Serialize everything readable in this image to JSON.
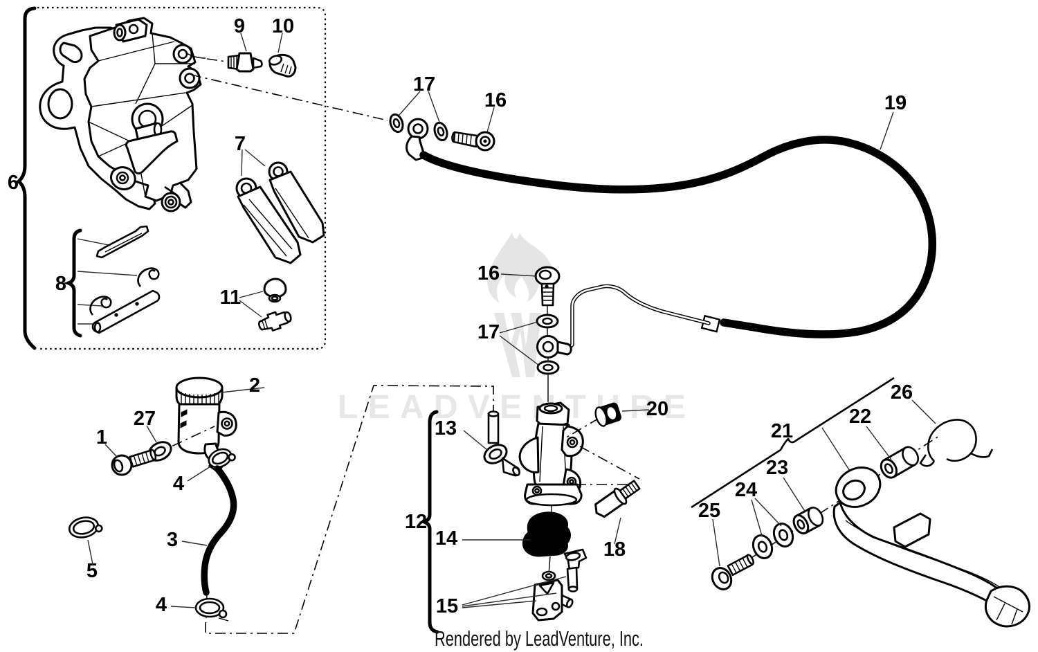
{
  "page": {
    "background": "#ffffff",
    "line_color": "#000000"
  },
  "watermark": {
    "text": "LEADVENTURE",
    "color": "#e7e7e7",
    "logo": "leadventure-flame-logo"
  },
  "footer": {
    "credit": "Rendered by LeadVenture, Inc."
  },
  "diagram": {
    "type": "exploded-parts-diagram",
    "subject": "rear brake master cylinder, caliper, hose and pedal",
    "callouts": [
      {
        "label": "6",
        "ref": "caliper-assembly-group"
      },
      {
        "label": "9",
        "ref": "straight-fitting"
      },
      {
        "label": "10",
        "ref": "elbow-fitting"
      },
      {
        "label": "17",
        "ref": "banjo-washers-front"
      },
      {
        "label": "16",
        "ref": "banjo-bolt-front"
      },
      {
        "label": "19",
        "ref": "brake-hose"
      },
      {
        "label": "7",
        "ref": "brake-pads"
      },
      {
        "label": "8",
        "ref": "pad-hardware-kit"
      },
      {
        "label": "11",
        "ref": "bleeder-screw-and-cap"
      },
      {
        "label": "16",
        "ref": "banjo-bolt-rear"
      },
      {
        "label": "17",
        "ref": "banjo-washers-rear"
      },
      {
        "label": "2",
        "ref": "fluid-reservoir"
      },
      {
        "label": "27",
        "ref": "washer"
      },
      {
        "label": "1",
        "ref": "reservoir-bolt"
      },
      {
        "label": "13",
        "ref": "inlet-fitting"
      },
      {
        "label": "20",
        "ref": "grommet"
      },
      {
        "label": "4",
        "ref": "hose-clamp-upper"
      },
      {
        "label": "3",
        "ref": "reservoir-hose"
      },
      {
        "label": "5",
        "ref": "hose-clamp"
      },
      {
        "label": "12",
        "ref": "master-cylinder-group"
      },
      {
        "label": "14",
        "ref": "dust-boot"
      },
      {
        "label": "4",
        "ref": "hose-clamp-lower"
      },
      {
        "label": "15",
        "ref": "clevis-and-pin"
      },
      {
        "label": "18",
        "ref": "mounting-bolt"
      },
      {
        "label": "21",
        "ref": "brake-pedal-assembly"
      },
      {
        "label": "22",
        "ref": "pedal-bushing"
      },
      {
        "label": "26",
        "ref": "return-spring"
      },
      {
        "label": "23",
        "ref": "spacer"
      },
      {
        "label": "24",
        "ref": "washers"
      },
      {
        "label": "25",
        "ref": "pivot-bolt"
      }
    ]
  }
}
